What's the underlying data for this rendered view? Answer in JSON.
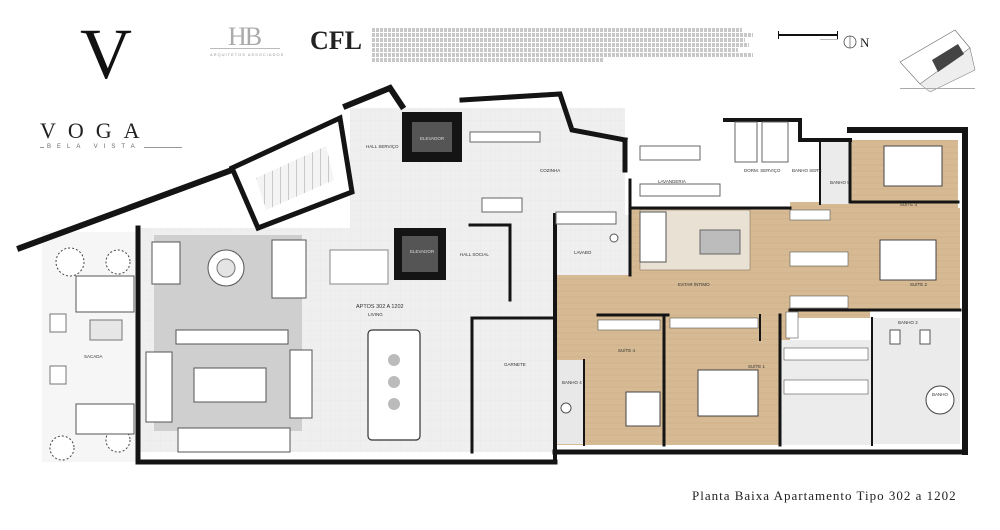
{
  "brand": {
    "logo_letter": "V",
    "name": "VOGA",
    "subtitle": "BELA VISTA"
  },
  "architect_logo": {
    "initials": "HB",
    "tagline": "ARQUITETOS ASSOCIADOS"
  },
  "developer_logo": "CFL",
  "caption": "Planta Baixa Apartamento Tipo  302 a 1202",
  "compass_label": "N",
  "rooms": {
    "elevador_servico": "ELEVADOR",
    "hall_servico": "HALL SERVIÇO",
    "cozinha": "COZINHA",
    "lavanderia": "LAVANDERIA",
    "dorm_servico": "DORM. SERVIÇO",
    "banho_servico": "BANHO SERV.",
    "banho_5": "BANHO 5",
    "suite_3": "SUÍTE 3",
    "elevador_social": "ELEVADOR",
    "hall_social": "HALL SOCIAL",
    "lavabo": "LAVABO",
    "suite_2": "SUÍTE 2",
    "estar_intimo": "ESTAR ÍNTIMO",
    "living_title": "APTOS 302 A 1202",
    "living": "LIVING",
    "banho_2": "BANHO 2",
    "sacada": "SACADA",
    "garnete": "GARNETE",
    "suite_4": "SUÍTE 4",
    "banho_4": "BANHO 4",
    "suite_1": "SUÍTE 1",
    "banho_1": "BANHO"
  },
  "colors": {
    "wall": "#141414",
    "floor_light": "#eeeeee",
    "rug": "#cfcfcf",
    "wood": "#d4b892",
    "wood_dark": "#c9a97c",
    "furniture": "#ffffff"
  }
}
